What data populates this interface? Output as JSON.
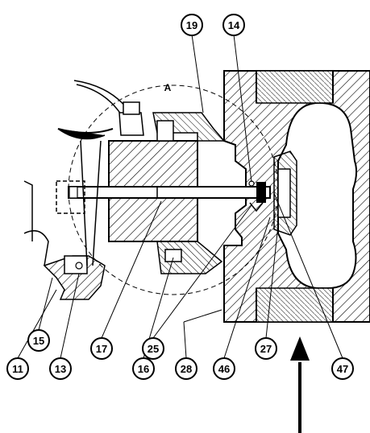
{
  "section_label": "A",
  "callouts": [
    "19",
    "14",
    "15",
    "11",
    "13",
    "17",
    "16",
    "25",
    "28",
    "46",
    "27",
    "47"
  ],
  "hatch_color": "#000000",
  "line_color": "#000000",
  "background_color": "#ffffff"
}
